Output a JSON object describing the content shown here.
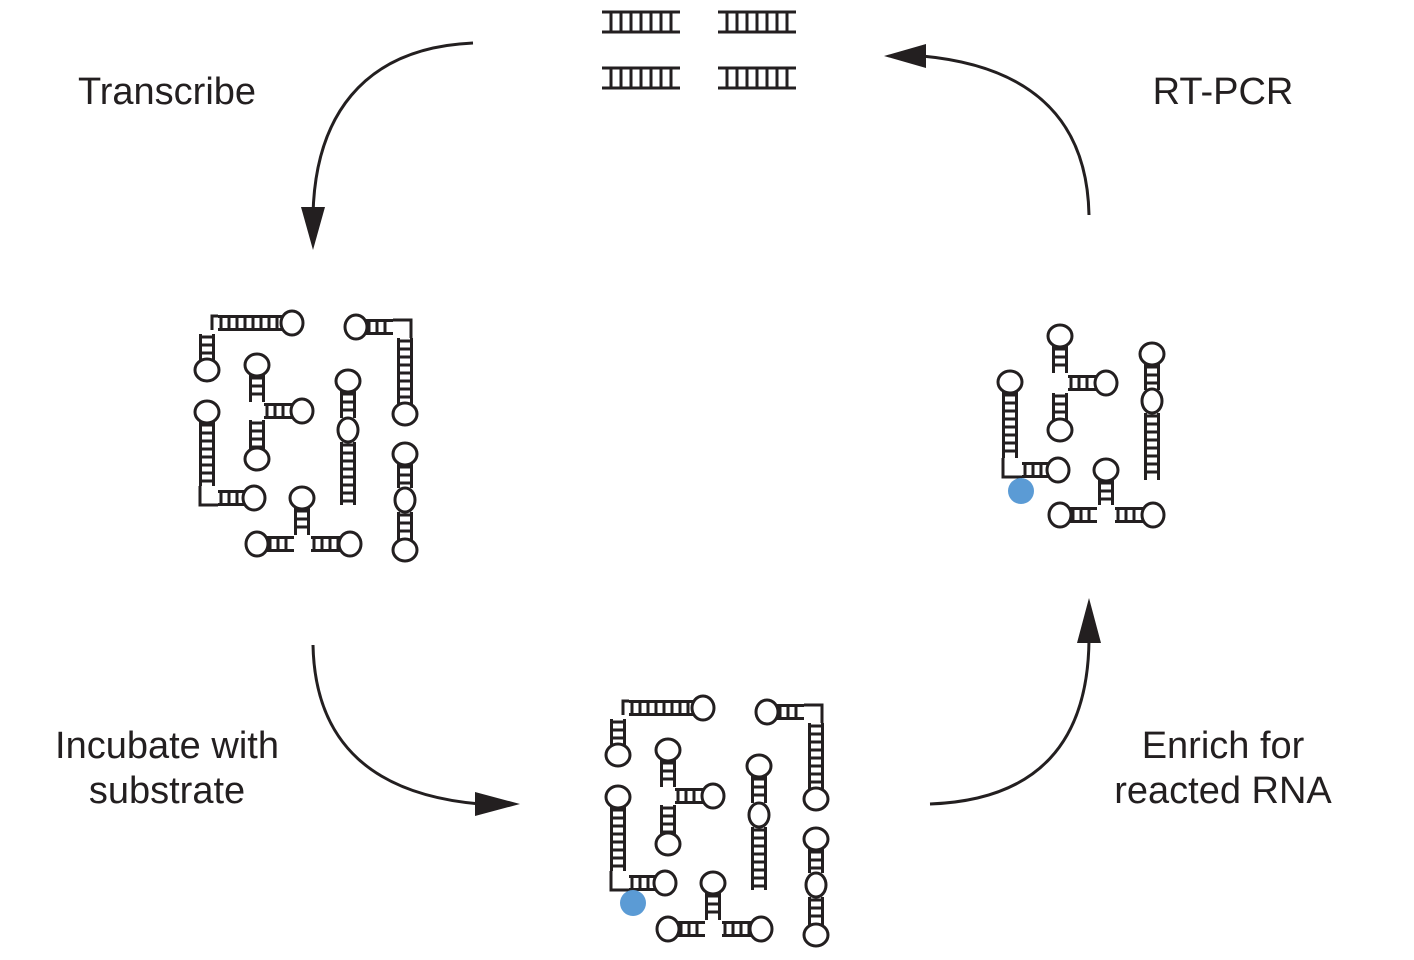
{
  "steps": {
    "transcribe": "Transcribe",
    "incubate_line1": "Incubate with",
    "incubate_line2": "substrate",
    "enrich_line1": "Enrich for",
    "enrich_line2": "reacted RNA",
    "rtpcr": "RT-PCR"
  },
  "colors": {
    "ink": "#231f20",
    "substrate": "#5b9bd5"
  },
  "icons": [
    "dna-duplex-icon",
    "rna-hairpin-icon",
    "substrate-dot-icon",
    "cycle-arrow-icon"
  ]
}
